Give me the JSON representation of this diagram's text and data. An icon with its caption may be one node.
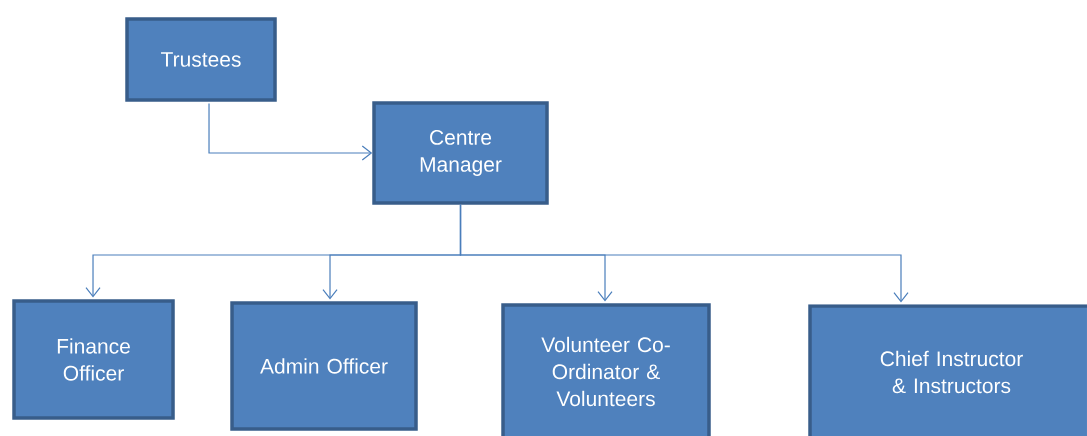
{
  "diagram": {
    "nodes": [
      {
        "text": [
          "Trustees"
        ]
      },
      {
        "text": [
          "Centre Manager"
        ]
      },
      {
        "text": [
          "Finance Officer"
        ]
      },
      {
        "text": [
          "Admin Officer"
        ]
      },
      {
        "text": [
          "Volunteer Co-Ordinator & Volunteers"
        ]
      },
      {
        "text": [
          "Chief Instructor & Instructors"
        ]
      }
    ],
    "edges": [
      {
        "from": 0,
        "to": 1,
        "arrow": "to"
      },
      {
        "from": 1,
        "to": 2,
        "arrow": "to"
      },
      {
        "from": 1,
        "to": 3,
        "arrow": "to"
      },
      {
        "from": 1,
        "to": 4,
        "arrow": "to"
      },
      {
        "from": 1,
        "to": 5,
        "arrow": "to"
      }
    ]
  }
}
